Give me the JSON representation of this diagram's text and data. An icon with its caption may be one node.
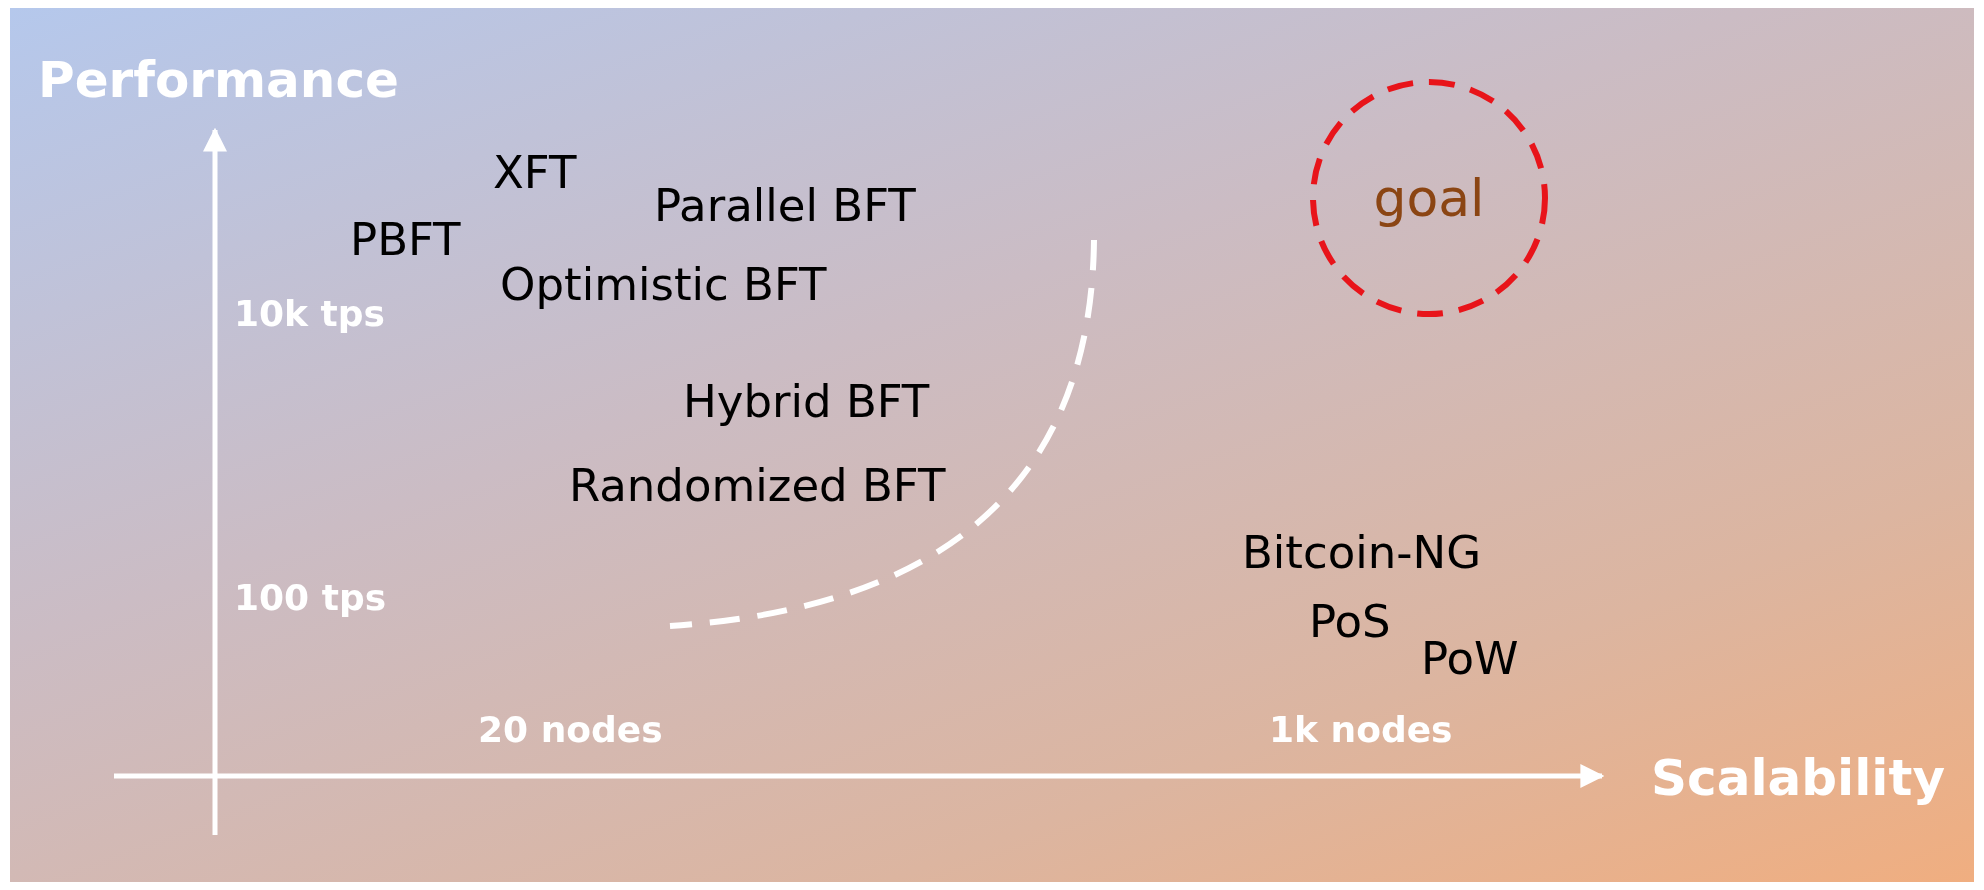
{
  "diagram": {
    "nodes": [
      {
        "text": [
          "goal"
        ]
      }
    ],
    "edges": [],
    "labels": [
      "Performance",
      "XFT",
      "Parallel BFT",
      "PBFT",
      "Optimistic BFT",
      "10k tps",
      "Hybrid BFT",
      "Randomized BFT",
      "Bitcoin-NG",
      "100 tps",
      "PoS",
      "PoW",
      "20 nodes",
      "1k nodes",
      "Scalability"
    ]
  }
}
